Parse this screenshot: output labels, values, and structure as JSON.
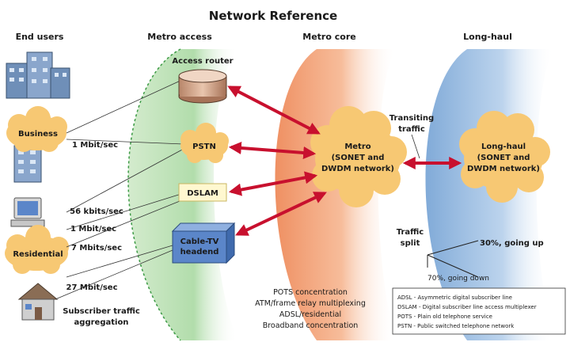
{
  "title": "Network Reference",
  "columns": {
    "end_users": "End users",
    "metro_access": "Metro access",
    "metro_core": "Metro core",
    "long_haul": "Long-haul"
  },
  "end_user_groups": {
    "business": "Business",
    "residential": "Residential"
  },
  "access_devices": {
    "access_router": "Access router",
    "pstn": "PSTN",
    "dslam": "DSLAM",
    "cable_tv_line1": "Cable-TV",
    "cable_tv_line2": "headend"
  },
  "rates": {
    "business": "1 Mbit/sec",
    "res_56k": "56 kbits/sec",
    "res_1m": "1 Mbit/sec",
    "res_7m": "7 Mbits/sec",
    "res_27m": "27 Mbit/sec"
  },
  "subscriber_aggregation": {
    "line1": "Subscriber traffic",
    "line2": "aggregation"
  },
  "metro_cloud": {
    "line1": "Metro",
    "line2": "(SONET and",
    "line3": "DWDM network)"
  },
  "longhaul_cloud": {
    "line1": "Long-haul",
    "line2": "(SONET and",
    "line3": "DWDM network)"
  },
  "transiting": {
    "line1": "Transiting",
    "line2": "traffic"
  },
  "traffic_split": {
    "line1": "Traffic",
    "line2": "split",
    "up": "30%, going up",
    "down": "70%, going down"
  },
  "core_functions": {
    "line1": "POTS concentration",
    "line2": "ATM/frame relay multiplexing",
    "line3": "ADSL/residential",
    "line4": "Broadband concentration"
  },
  "legend": [
    "ADSL - Asymmetric digital subscriber line",
    "DSLAM - Digital subscriber line access multiplexer",
    "POTS - Plain old telephone service",
    "PSTN - Public switched telephone network"
  ],
  "colors": {
    "cloud": "#f7c873",
    "metro_access_band": "#7cc47a",
    "metro_core_band": "#ec7a4a",
    "long_haul_band": "#7aa6d6",
    "arrow": "#c8102e",
    "cable_box": "#5b86c9"
  }
}
